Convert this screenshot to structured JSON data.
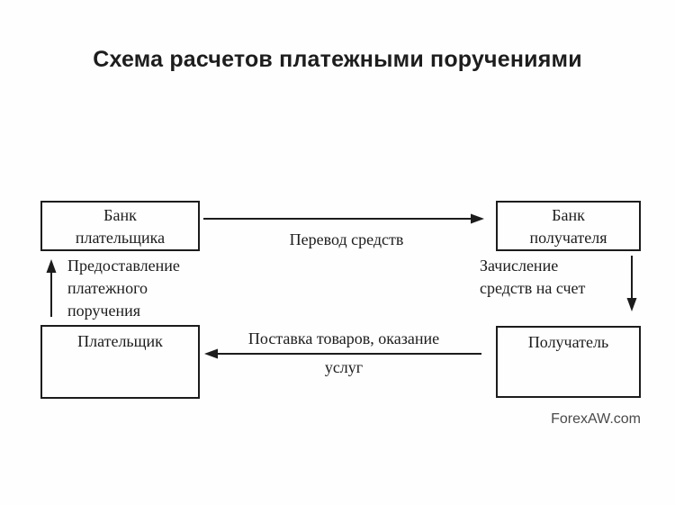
{
  "title": "Схема расчетов платежными поручениями",
  "diagram": {
    "boxes": {
      "bank_payer": {
        "line1": "Банк",
        "line2": "плательщика"
      },
      "bank_recipient": {
        "line1": "Банк",
        "line2": "получателя"
      },
      "payer": {
        "label": "Плательщик"
      },
      "recipient": {
        "label": "Получатель"
      }
    },
    "arrows": {
      "transfer": {
        "label": "Перевод средств",
        "direction": "right",
        "from": "bank_payer",
        "to": "bank_recipient"
      },
      "submit_order": {
        "line1": "Предоставление",
        "line2": "платежного",
        "line3": "поручения",
        "direction": "up",
        "from": "payer",
        "to": "bank_payer"
      },
      "credit_funds": {
        "line1": "Зачисление",
        "line2": "средств на счет",
        "direction": "down",
        "from": "bank_recipient",
        "to": "recipient"
      },
      "delivery": {
        "line1": "Поставка товаров, оказание",
        "line2": "услуг",
        "direction": "left",
        "from": "recipient",
        "to": "payer"
      }
    }
  },
  "watermark": "ForexAW.com",
  "colors": {
    "background": "#fefefe",
    "line": "#1c1c1c",
    "text": "#1c1c1c",
    "watermark": "#4a4a4a"
  }
}
